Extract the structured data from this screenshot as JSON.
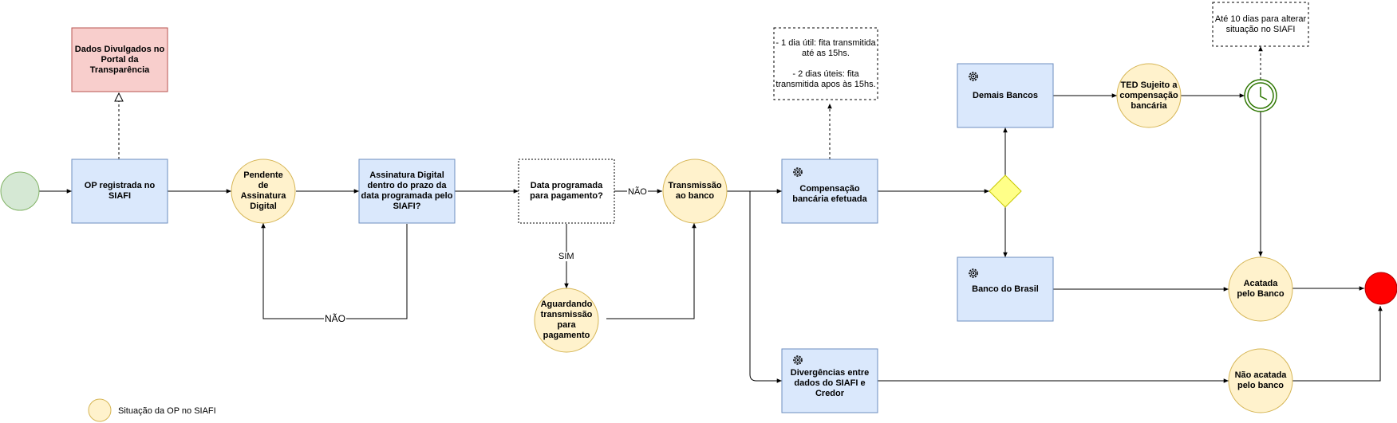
{
  "nodes": {
    "dados_divulgados": "Dados Divulgados no Portal da Transparência",
    "op_registrada": "OP registrada no SIAFI",
    "pendente_assinatura": "Pendente de Assinatura Digital",
    "assinatura_digital": "Assinatura Digital dentro do prazo da data programada pelo SIAFI?",
    "data_programada": "Data programada para pagamento?",
    "aguardando_transmissao": "Aguardando transmissão para pagamento",
    "transmissao_banco": "Transmissão ao banco",
    "compensacao_efetuada": "Compensação bancária efetuada",
    "nota_prazo_fita": "- 1 dia útil: fita transmitida até as 15hs.\n\n- 2 dias úteis: fita transmitida apos às 15hs.",
    "demais_bancos": "Demais Bancos",
    "banco_do_brasil": "Banco do Brasil",
    "ted_sujeito": "TED Sujeito a compensação bancária",
    "nota_10_dias": "Até 10 dias para alterar situação no SIAFI",
    "acatada_banco": "Acatada pelo Banco",
    "divergencias": "Divergências entre dados do SIAFI e Credor",
    "nao_acatada": "Não acatada pelo banco"
  },
  "edge_labels": {
    "nao_loop": "NÃO",
    "nao_transmissao": "NÃO",
    "sim": "SIM"
  },
  "legend": {
    "situacao": "Situação da OP no SIAFI"
  },
  "colors": {
    "task_fill": "#dae8fc",
    "task_stroke": "#6c8ebf",
    "state_fill": "#fff2cc",
    "state_stroke": "#d6b656",
    "portal_fill": "#f8cecc",
    "portal_stroke": "#b85450",
    "start_fill": "#d5e8d4",
    "start_stroke": "#82b366",
    "end_fill": "#ff0000",
    "end_stroke": "#b20000",
    "gateway_fill": "#ffff88",
    "gateway_stroke": "#c7c700",
    "timer_stroke": "#2d7600"
  }
}
